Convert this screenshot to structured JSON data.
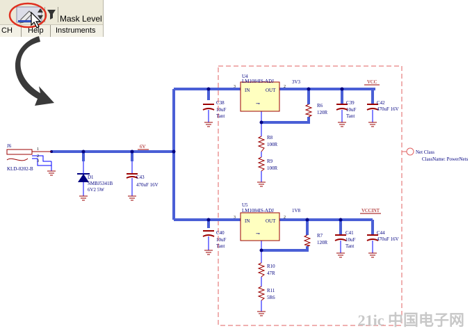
{
  "toolbar": {
    "mask_label": "Mask Level",
    "tabs": [
      "CH",
      "Help",
      "Instruments"
    ],
    "icons": [
      "pencil-icon",
      "spin-arrows-icon",
      "filter-icon",
      "mouse-cursor-icon"
    ]
  },
  "schematic": {
    "connector": {
      "ref": "J6",
      "part": "KLD-0202-B",
      "pins": [
        "1",
        "2",
        "3"
      ]
    },
    "diode": {
      "ref": "D1",
      "part": "SMBJ5341B",
      "rating": "6V2 5W"
    },
    "c43": {
      "ref": "C43",
      "value": "470uF 16V"
    },
    "net_6v": "6V",
    "u4": {
      "ref": "U4",
      "part": "LM1084IS-ADJ",
      "in": "IN",
      "out": "OUT",
      "pin_in": "3",
      "pin_out": "2"
    },
    "net_3v3": "3V3",
    "net_vcc": "VCC",
    "c38": {
      "ref": "C38",
      "value": "10uF",
      "type": "Tant"
    },
    "r6": {
      "ref": "R6",
      "value": "120R"
    },
    "c39": {
      "ref": "C39",
      "value": "10uF",
      "type": "Tant"
    },
    "c42": {
      "ref": "C42",
      "value": "470uF 16V"
    },
    "r8": {
      "ref": "R8",
      "value": "100R"
    },
    "r9": {
      "ref": "R9",
      "value": "100R"
    },
    "u5": {
      "ref": "U5",
      "part": "LM1084IS-ADJ",
      "in": "IN",
      "out": "OUT",
      "pin_in": "3",
      "pin_out": "2"
    },
    "net_1v8": "1V8",
    "net_vccint": "VCCINT",
    "c40": {
      "ref": "C40",
      "value": "10uF",
      "type": "Tant"
    },
    "r7": {
      "ref": "R7",
      "value": "120R"
    },
    "c41": {
      "ref": "C41",
      "value": "10uF",
      "type": "Tant"
    },
    "c44": {
      "ref": "C44",
      "value": "470uF 16V"
    },
    "r10": {
      "ref": "R10",
      "value": "47R"
    },
    "r11": {
      "ref": "R11",
      "value": "5R6"
    },
    "netclass": {
      "title": "Net Class",
      "name": "ClassName: PowerNets"
    }
  },
  "watermark": "21ic 中国电子网",
  "colors": {
    "wire": "#0000ff",
    "highlight": "#4a5fd6",
    "component": "#9b0000",
    "label": "#000080",
    "netclass_border": "#e06060",
    "annotation": "#e03020"
  }
}
